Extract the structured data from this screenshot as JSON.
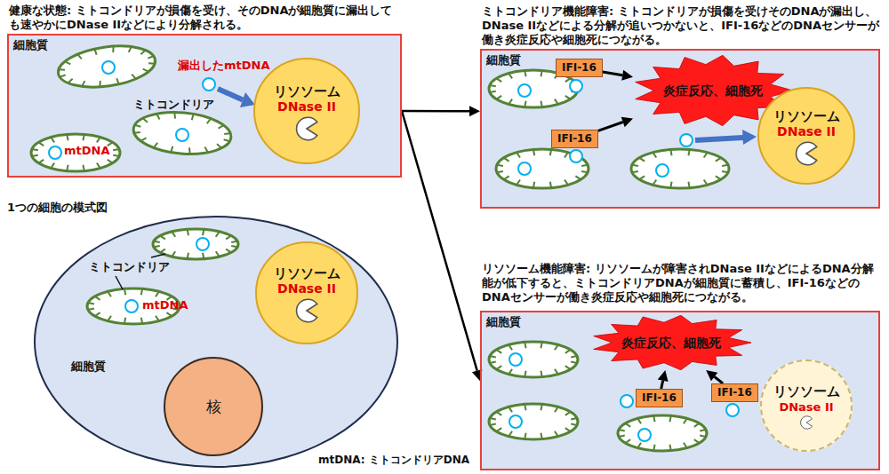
{
  "diagram": {
    "nodes": [
      {
        "text": [
          "健康な状態: ミトコンドリアが損傷を受け、そのDNAが細胞質に漏出しても速やかにDNase IIなどにより分解される。",
          "細胞質"
        ]
      },
      {
        "text": [
          "リソソーム",
          "DNase II"
        ],
        "in": 0
      },
      {
        "text": [
          "ミトコンドリア機能障害: ミトコンドリアが損傷を受けそのDNAが漏出し、DNase IIなどによる分解が追いつかないと、IFI-16などのDNAセンサーが働き炎症反応や細胞死につながる。",
          "細胞質"
        ]
      },
      {
        "text": [
          "IFI-16"
        ],
        "in": 2
      },
      {
        "text": [
          "炎症反応、細胞死"
        ],
        "in": 2
      },
      {
        "text": [
          "IFI-16"
        ],
        "in": 2
      },
      {
        "text": [
          "リソソーム",
          "DNase II"
        ],
        "in": 2
      },
      {
        "text": [
          "1つの細胞の模式図",
          "細胞質"
        ]
      },
      {
        "text": [
          "リソソーム",
          "DNase II"
        ],
        "in": 7
      },
      {
        "text": [
          "核"
        ],
        "in": 7
      },
      {
        "text": [
          "リソソーム機能障害: リソソームが障害されDNase IIなどによるDNA分解能が低下すると、ミトコンドリアDNAが細胞質に蓄積し、IFI-16などのDNAセンサーが働き炎症反応や細胞死につながる。",
          "細胞質"
        ]
      },
      {
        "text": [
          "炎症反応、細胞死"
        ],
        "in": 10
      },
      {
        "text": [
          "IFI-16"
        ],
        "in": 10
      },
      {
        "text": [
          "IFI-16"
        ],
        "in": 10
      },
      {
        "text": [
          "リソソーム",
          "DNase II"
        ],
        "in": 10
      }
    ],
    "edges": [
      {
        "from": 0,
        "to": 2,
        "arrow": "to"
      },
      {
        "from": 0,
        "to": 10,
        "arrow": "to"
      },
      {
        "from": 3,
        "to": 4,
        "arrow": "to"
      },
      {
        "from": 5,
        "to": 4,
        "arrow": "to"
      },
      {
        "from": 12,
        "to": 11,
        "arrow": "to"
      },
      {
        "from": 13,
        "to": 11,
        "arrow": "to"
      }
    ],
    "labels": [
      "漏出したmtDNA",
      "ミトコンドリア",
      "mtDNA",
      "ミトコンドリア",
      "mtDNA",
      "mtDNA: ミトコンドリアDNA"
    ]
  }
}
